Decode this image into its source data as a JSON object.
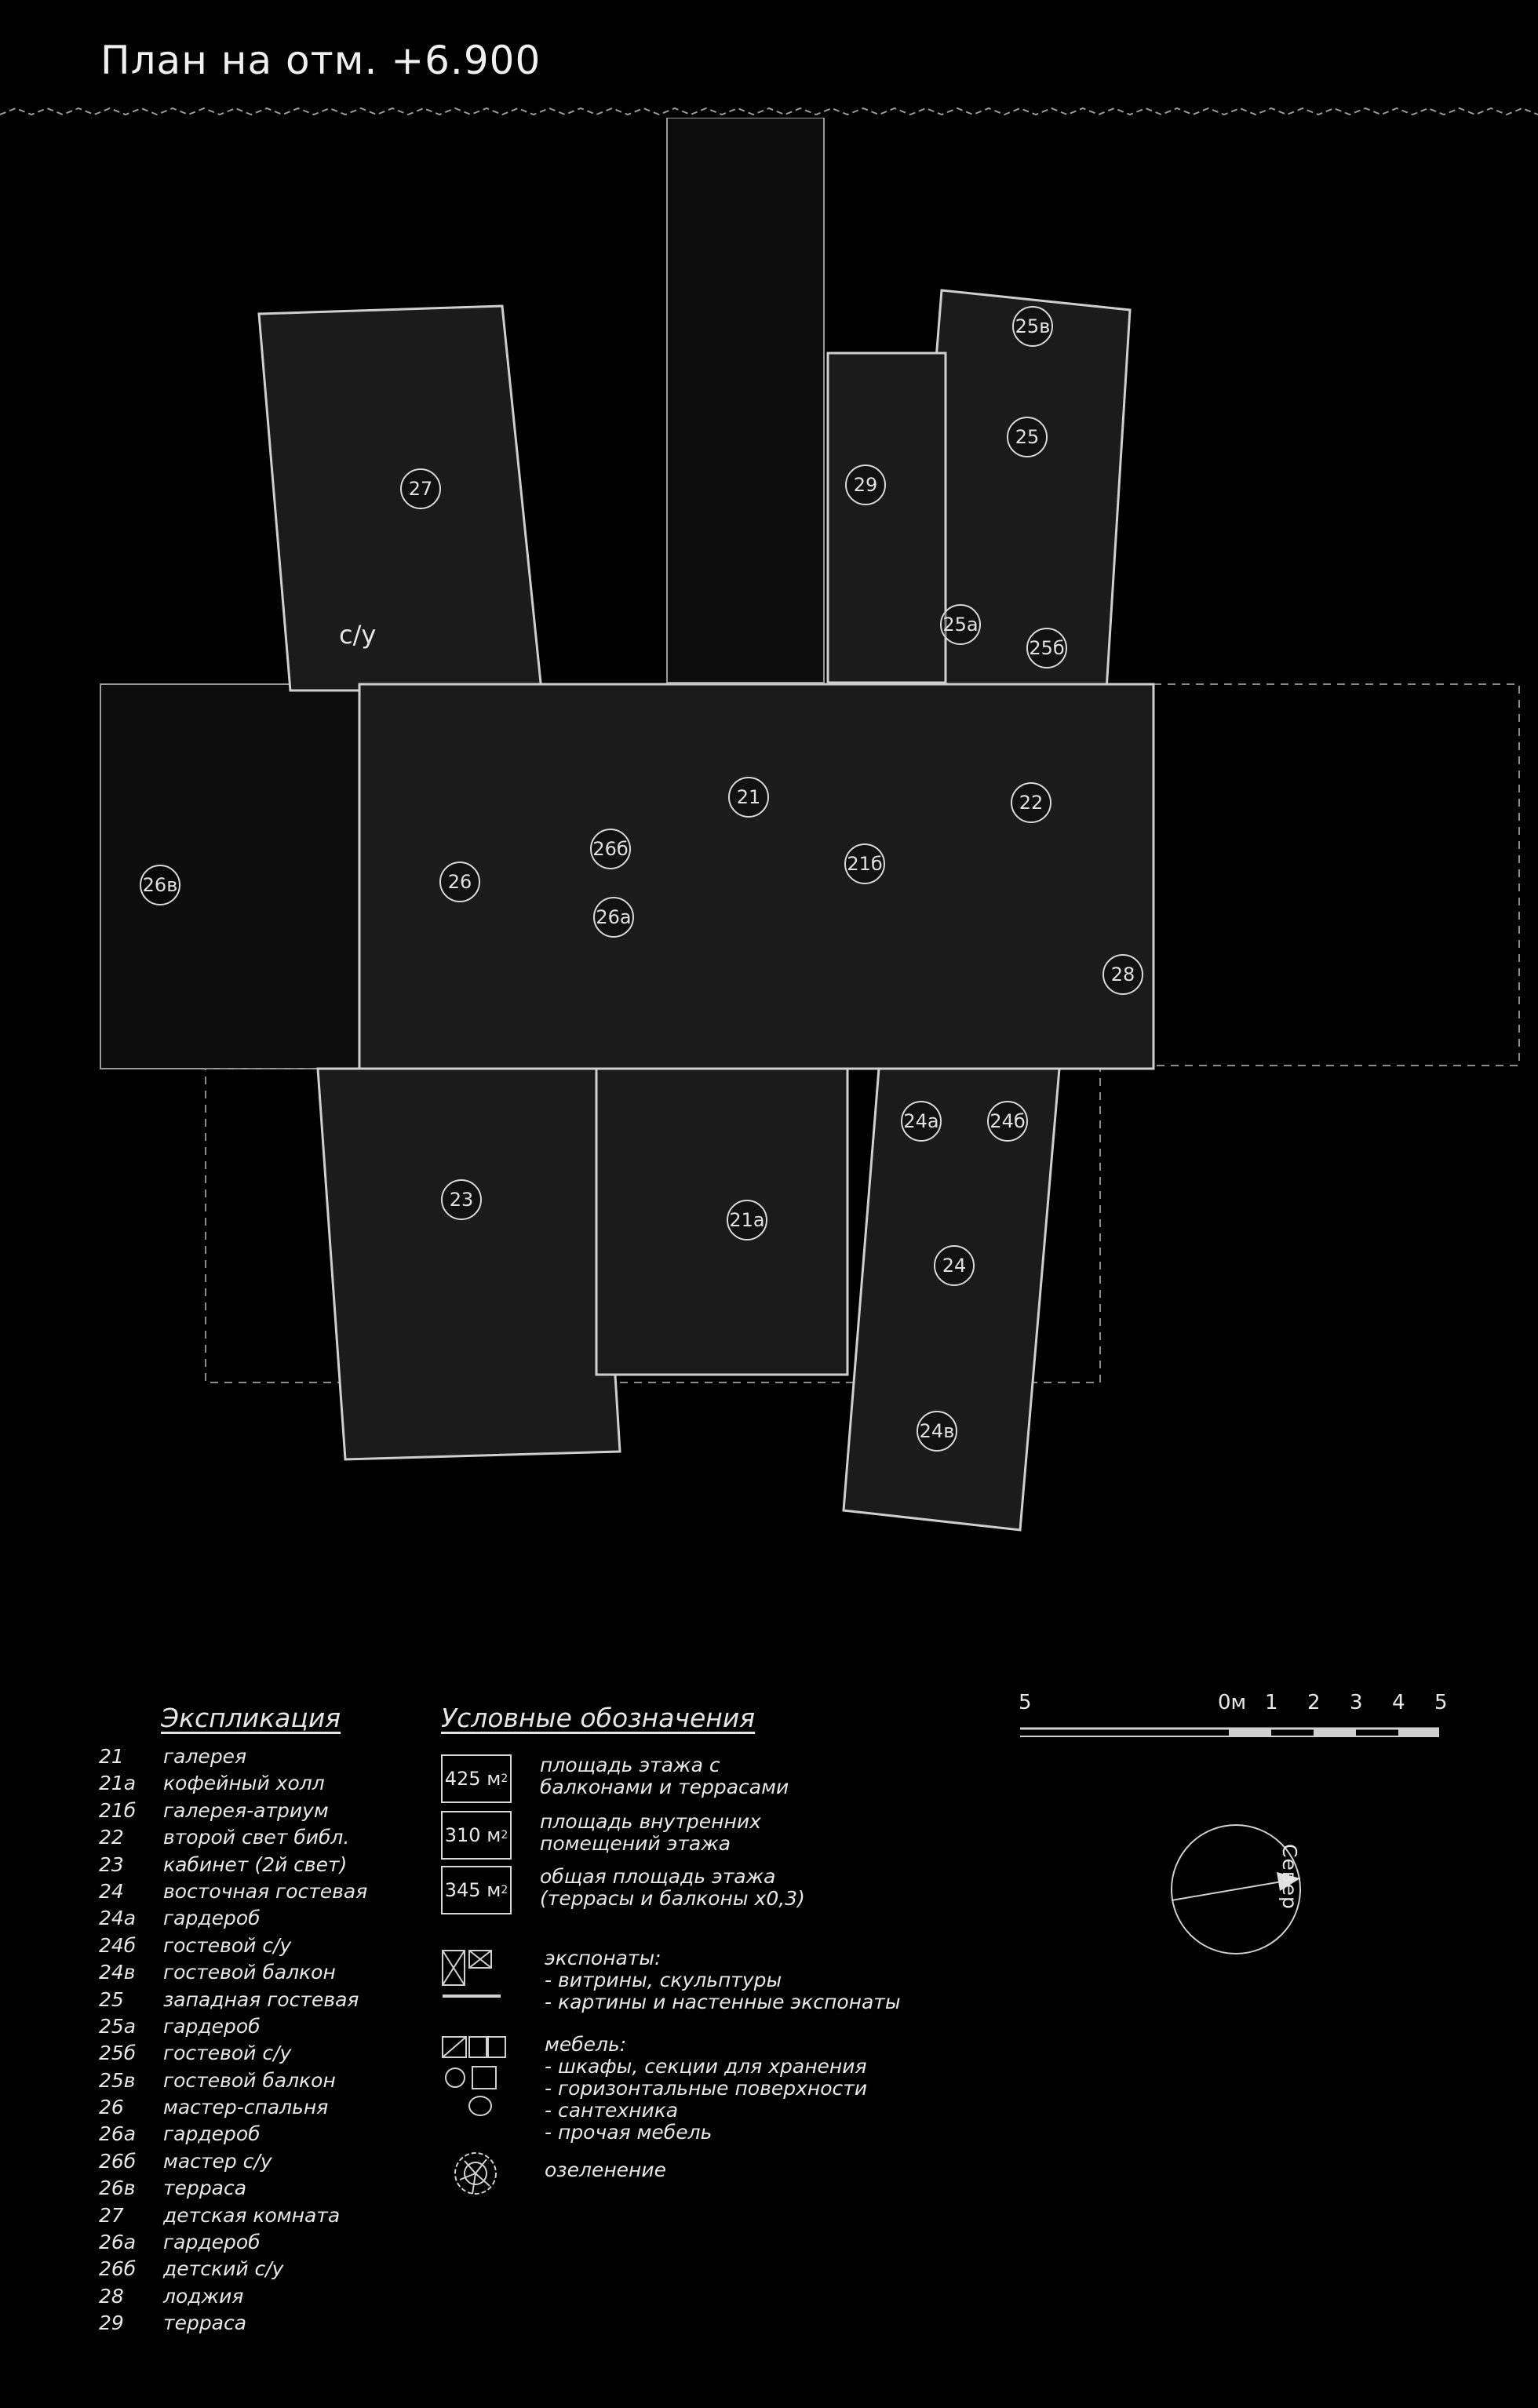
{
  "title": "План на отм. +6.900",
  "rooms": [
    {
      "id": "21",
      "label": "21"
    },
    {
      "id": "21a",
      "label": "21а"
    },
    {
      "id": "21b",
      "label": "21б"
    },
    {
      "id": "22",
      "label": "22"
    },
    {
      "id": "23",
      "label": "23"
    },
    {
      "id": "24",
      "label": "24"
    },
    {
      "id": "24a",
      "label": "24а"
    },
    {
      "id": "24b",
      "label": "24б"
    },
    {
      "id": "24v",
      "label": "24в"
    },
    {
      "id": "25",
      "label": "25"
    },
    {
      "id": "25a",
      "label": "25а"
    },
    {
      "id": "25b",
      "label": "25б"
    },
    {
      "id": "25v",
      "label": "25в"
    },
    {
      "id": "26",
      "label": "26"
    },
    {
      "id": "26a",
      "label": "26а"
    },
    {
      "id": "26b",
      "label": "26б"
    },
    {
      "id": "26v",
      "label": "26в"
    },
    {
      "id": "27",
      "label": "27"
    },
    {
      "id": "28",
      "label": "28"
    },
    {
      "id": "29",
      "label": "29"
    }
  ],
  "plan_note": "с/у",
  "explication": {
    "heading": "Экспликация",
    "items": [
      {
        "num": "21",
        "name": "галерея"
      },
      {
        "num": "21а",
        "name": "кофейный холл"
      },
      {
        "num": "21б",
        "name": "галерея-атриум"
      },
      {
        "num": "22",
        "name": "второй свет библ."
      },
      {
        "num": "23",
        "name": "кабинет (2й свет)"
      },
      {
        "num": "24",
        "name": "восточная гостевая"
      },
      {
        "num": "24а",
        "name": "гардероб"
      },
      {
        "num": "24б",
        "name": "гостевой с/у"
      },
      {
        "num": "24в",
        "name": "гостевой балкон"
      },
      {
        "num": "25",
        "name": "западная гостевая"
      },
      {
        "num": "25а",
        "name": "гардероб"
      },
      {
        "num": "25б",
        "name": "гостевой с/у"
      },
      {
        "num": "25в",
        "name": "гостевой балкон"
      },
      {
        "num": "26",
        "name": "мастер-спальня"
      },
      {
        "num": "26а",
        "name": "гардероб"
      },
      {
        "num": "26б",
        "name": "мастер с/у"
      },
      {
        "num": "26в",
        "name": "терраса"
      },
      {
        "num": "27",
        "name": "детская комната"
      },
      {
        "num": "26а",
        "name": "гардероб"
      },
      {
        "num": "26б",
        "name": "детский с/у"
      },
      {
        "num": "28",
        "name": "лоджия"
      },
      {
        "num": "29",
        "name": "терраса"
      }
    ]
  },
  "legend": {
    "heading": "Условные обозначения",
    "area_unit": "м",
    "area_sup": "2",
    "areas": [
      {
        "value": "425",
        "text1": "площадь этажа с",
        "text2": "балконами и террасами"
      },
      {
        "value": "310",
        "text1": "площадь внутренних",
        "text2": "помещений этажа"
      },
      {
        "value": "345",
        "text1": "общая площадь этажа",
        "text2": "(террасы и балконы х0,3)"
      }
    ],
    "exhibits": {
      "icon": "exhibit-icon",
      "line1": "экспонаты:",
      "line2": "- витрины, скульптуры",
      "line3": "- картины и настенные экспонаты"
    },
    "furniture": {
      "icon": "furniture-icon",
      "line1": "мебель:",
      "line2": "- шкафы, секции для хранения",
      "line3": "- горизонтальные поверхности",
      "line4": "- сантехника",
      "line5": "- прочая мебель"
    },
    "greenery": {
      "icon": "greenery-icon",
      "label": "озеленение"
    }
  },
  "scale_bar": {
    "labels": [
      "5",
      "0м",
      "1",
      "2",
      "3",
      "4",
      "5"
    ]
  },
  "north": {
    "label": "Север",
    "icon": "north-arrow-icon"
  }
}
